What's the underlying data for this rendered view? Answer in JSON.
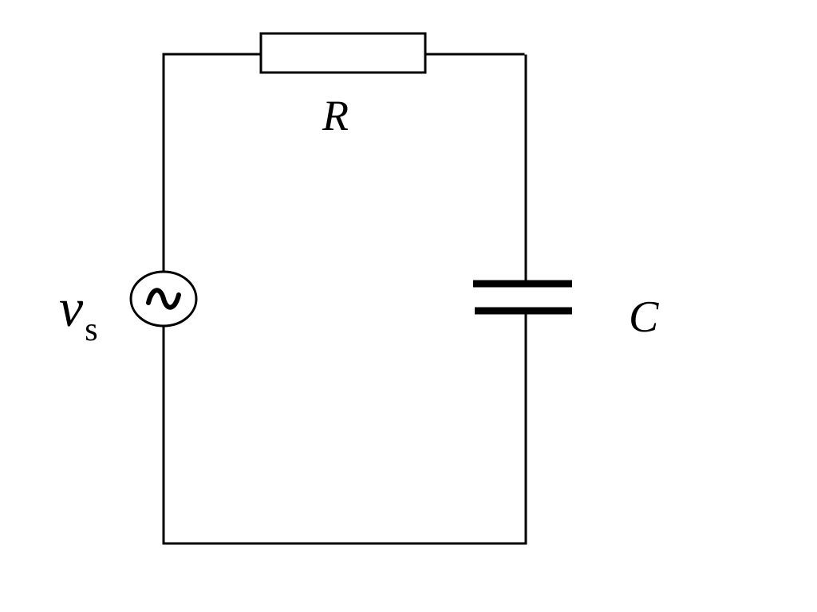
{
  "diagram": {
    "type": "circuit-schematic",
    "components": {
      "source": {
        "symbol": "ac-voltage-source",
        "label_main": "v",
        "label_sub": "s"
      },
      "resistor": {
        "symbol": "resistor-box",
        "label": "R"
      },
      "capacitor": {
        "symbol": "capacitor-parallel-plates",
        "label": "C"
      }
    },
    "colors": {
      "stroke": "#000000",
      "background": "#ffffff"
    }
  }
}
